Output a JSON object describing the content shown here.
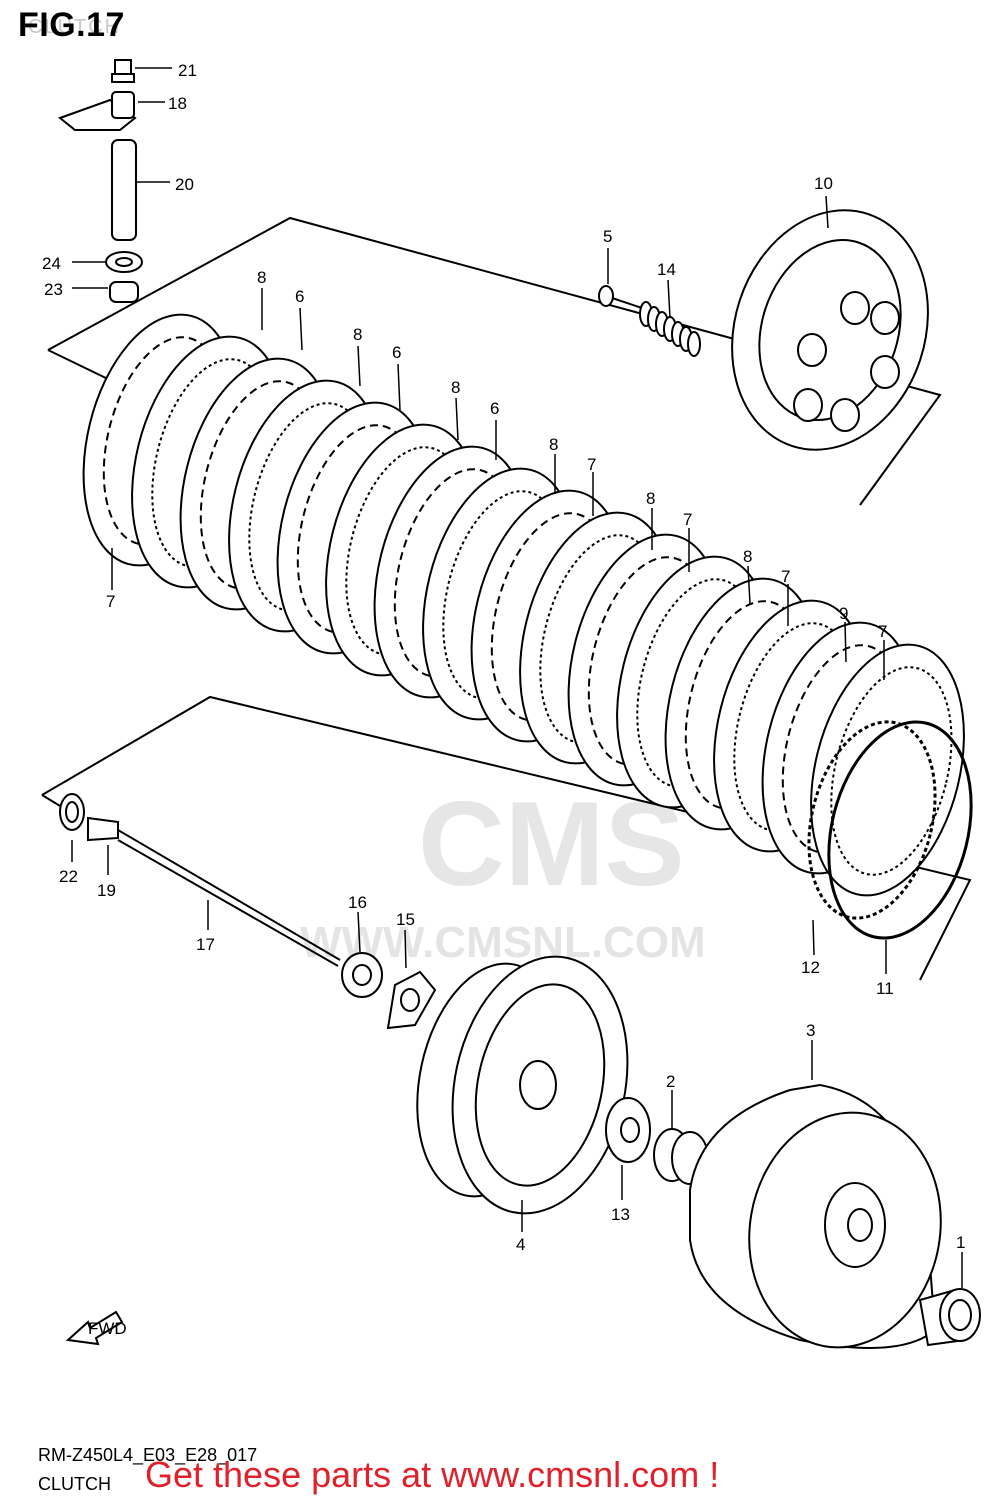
{
  "header": {
    "figure": "FIG.17",
    "ghost_title": "CLUTCH"
  },
  "footer": {
    "model_code": "RM-Z450L4_E03_E28_017",
    "section_name": "CLUTCH",
    "promo": "Get these parts at www.cmsnl.com !"
  },
  "watermark": {
    "logo": "CMS",
    "site": "WWW.CMSNL.COM"
  },
  "fwd_arrow": "FWD",
  "callouts": {
    "p1": "1",
    "p2": "2",
    "p3": "3",
    "p4": "4",
    "p5": "5",
    "p6a": "6",
    "p6b": "6",
    "p6c": "6",
    "p7a": "7",
    "p7b": "7",
    "p7c": "7",
    "p7d": "7",
    "p7e": "7",
    "p8a": "8",
    "p8b": "8",
    "p8c": "8",
    "p8d": "8",
    "p8e": "8",
    "p8f": "8",
    "p9": "9",
    "p10": "10",
    "p11": "11",
    "p12": "12",
    "p13": "13",
    "p14": "14",
    "p15": "15",
    "p16": "16",
    "p17": "17",
    "p18": "18",
    "p19": "19",
    "p20": "20",
    "p21": "21",
    "p22": "22",
    "p23": "23",
    "p24": "24"
  }
}
